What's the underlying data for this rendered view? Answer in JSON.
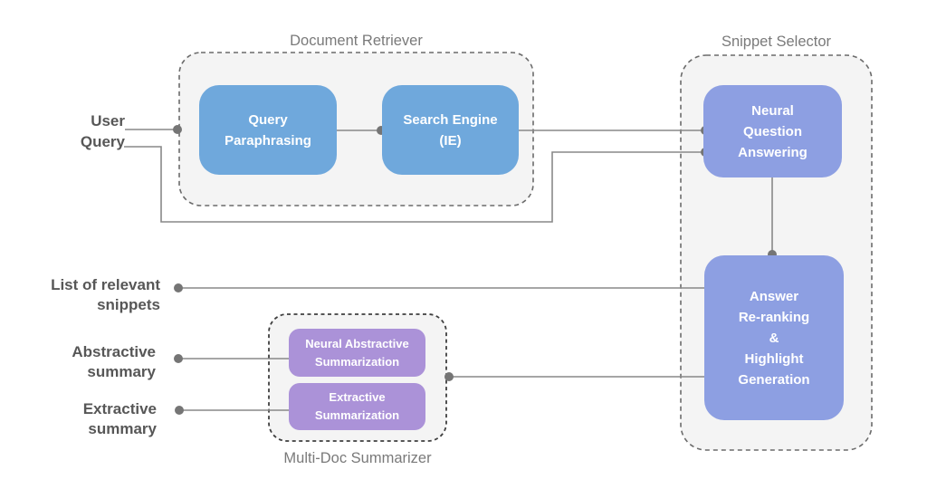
{
  "colors": {
    "canvas-bg": "#ffffff",
    "node-blue": "#6fa8dc",
    "node-periwinkle": "#8d9fe2",
    "node-purple": "#ab92d8",
    "container-fill": "#f4f4f4",
    "container-border": "#6b6b6b",
    "container-border-bold": "#3f3f3f",
    "wire": "#888888",
    "dot": "#757575",
    "io-label-text": "#575757",
    "container-title-text": "#7a7a7a",
    "node-text": "#ffffff"
  },
  "containers": {
    "document_retriever": {
      "title": "Document Retriever"
    },
    "snippet_selector": {
      "title": "Snippet Selector"
    },
    "multi_doc_summarizer": {
      "title": "Multi-Doc Summarizer"
    }
  },
  "nodes": {
    "query_paraphrasing": {
      "lines": [
        "Query",
        "Paraphrasing"
      ]
    },
    "search_engine": {
      "lines": [
        "Search Engine",
        "(IE)"
      ]
    },
    "neural_question_answering": {
      "lines": [
        "Neural",
        "Question",
        "Answering"
      ]
    },
    "answer_reranking": {
      "lines": [
        "Answer",
        "Re-ranking",
        "&",
        "Highlight",
        "Generation"
      ]
    },
    "neural_abstractive_summarization": {
      "lines": [
        "Neural Abstractive",
        "Summarization"
      ]
    },
    "extractive_summarization": {
      "lines": [
        "Extractive",
        "Summarization"
      ]
    }
  },
  "io_labels": {
    "user_query": {
      "lines": [
        "User",
        "Query"
      ]
    },
    "list_of_relevant_snippets": {
      "lines": [
        "List of relevant",
        "snippets"
      ]
    },
    "abstractive_summary": {
      "lines": [
        "Abstractive",
        "summary"
      ]
    },
    "extractive_summary": {
      "lines": [
        "Extractive",
        "summary"
      ]
    }
  }
}
